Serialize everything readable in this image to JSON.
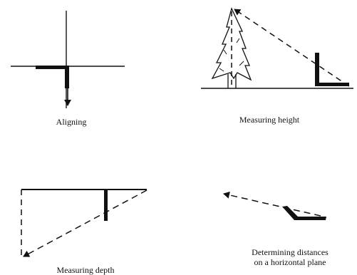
{
  "captions": {
    "aligning": "Aligning",
    "measuring_height": "Measuring height",
    "measuring_depth": "Measuring depth",
    "distances_line1": "Determining distances",
    "distances_line2": "on a horizontal plane"
  },
  "colors": {
    "ink": "#111111",
    "background": "#ffffff"
  }
}
